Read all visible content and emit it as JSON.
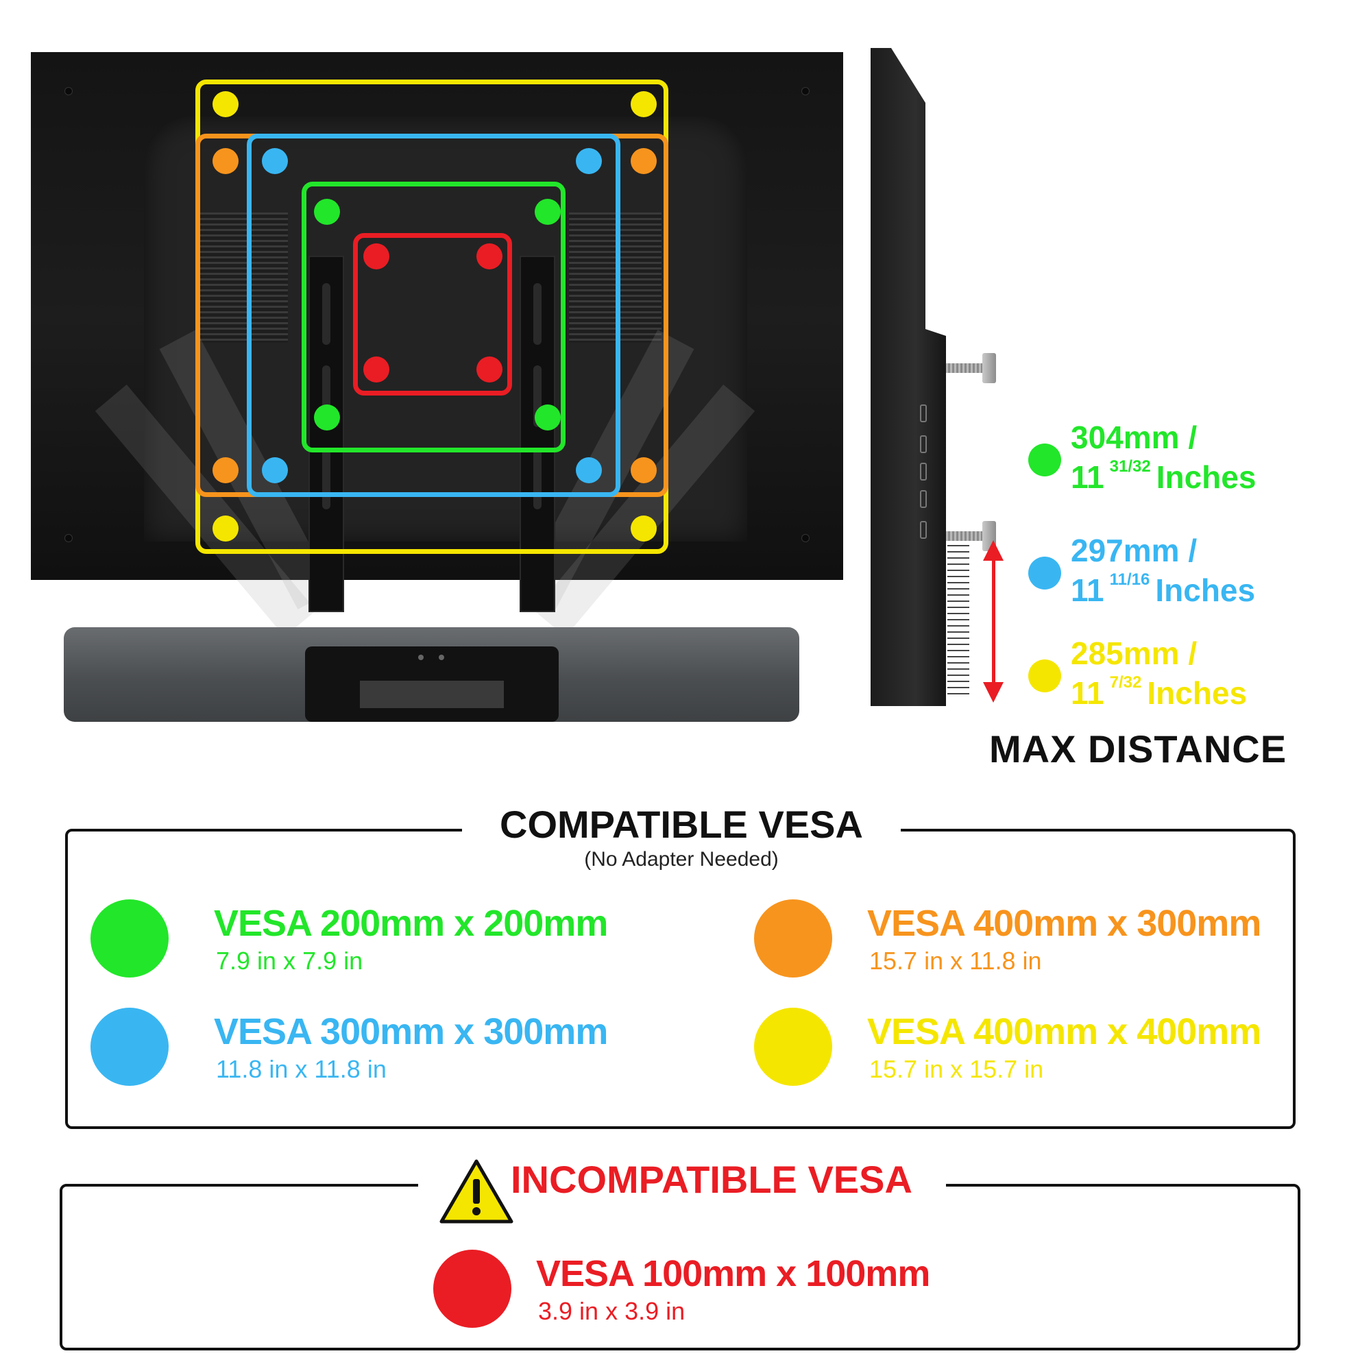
{
  "colors": {
    "green": "#22e62a",
    "blue": "#39b6f2",
    "orange": "#f7941d",
    "yellow": "#f5e600",
    "red": "#ea1d24",
    "black": "#111111"
  },
  "max_distance": {
    "label": "MAX DISTANCE",
    "items": [
      {
        "color": "green",
        "mm": "304mm /",
        "inches_whole": "11",
        "inches_fraction": "31/32",
        "inches_unit": "Inches"
      },
      {
        "color": "blue",
        "mm": "297mm /",
        "inches_whole": "11",
        "inches_fraction": "11/16",
        "inches_unit": "Inches"
      },
      {
        "color": "yellow",
        "mm": "285mm /",
        "inches_whole": "11",
        "inches_fraction": "7/32",
        "inches_unit": "Inches"
      }
    ]
  },
  "compatible": {
    "title": "COMPATIBLE VESA",
    "subtitle": "(No Adapter Needed)",
    "items": [
      {
        "color": "green",
        "label": "VESA 200mm x 200mm",
        "sub": "7.9 in x 7.9 in"
      },
      {
        "color": "orange",
        "label": "VESA 400mm x 300mm",
        "sub": "15.7 in x 11.8 in"
      },
      {
        "color": "blue",
        "label": "VESA 300mm x 300mm",
        "sub": "11.8 in x 11.8 in"
      },
      {
        "color": "yellow",
        "label": "VESA 400mm x 400mm",
        "sub": "15.7 in x 15.7 in"
      }
    ]
  },
  "incompatible": {
    "title": "INCOMPATIBLE VESA",
    "items": [
      {
        "color": "red",
        "label": "VESA 100mm x 100mm",
        "sub": "3.9 in x 3.9 in"
      }
    ]
  },
  "icons": {
    "warning": "warning-triangle-icon"
  }
}
